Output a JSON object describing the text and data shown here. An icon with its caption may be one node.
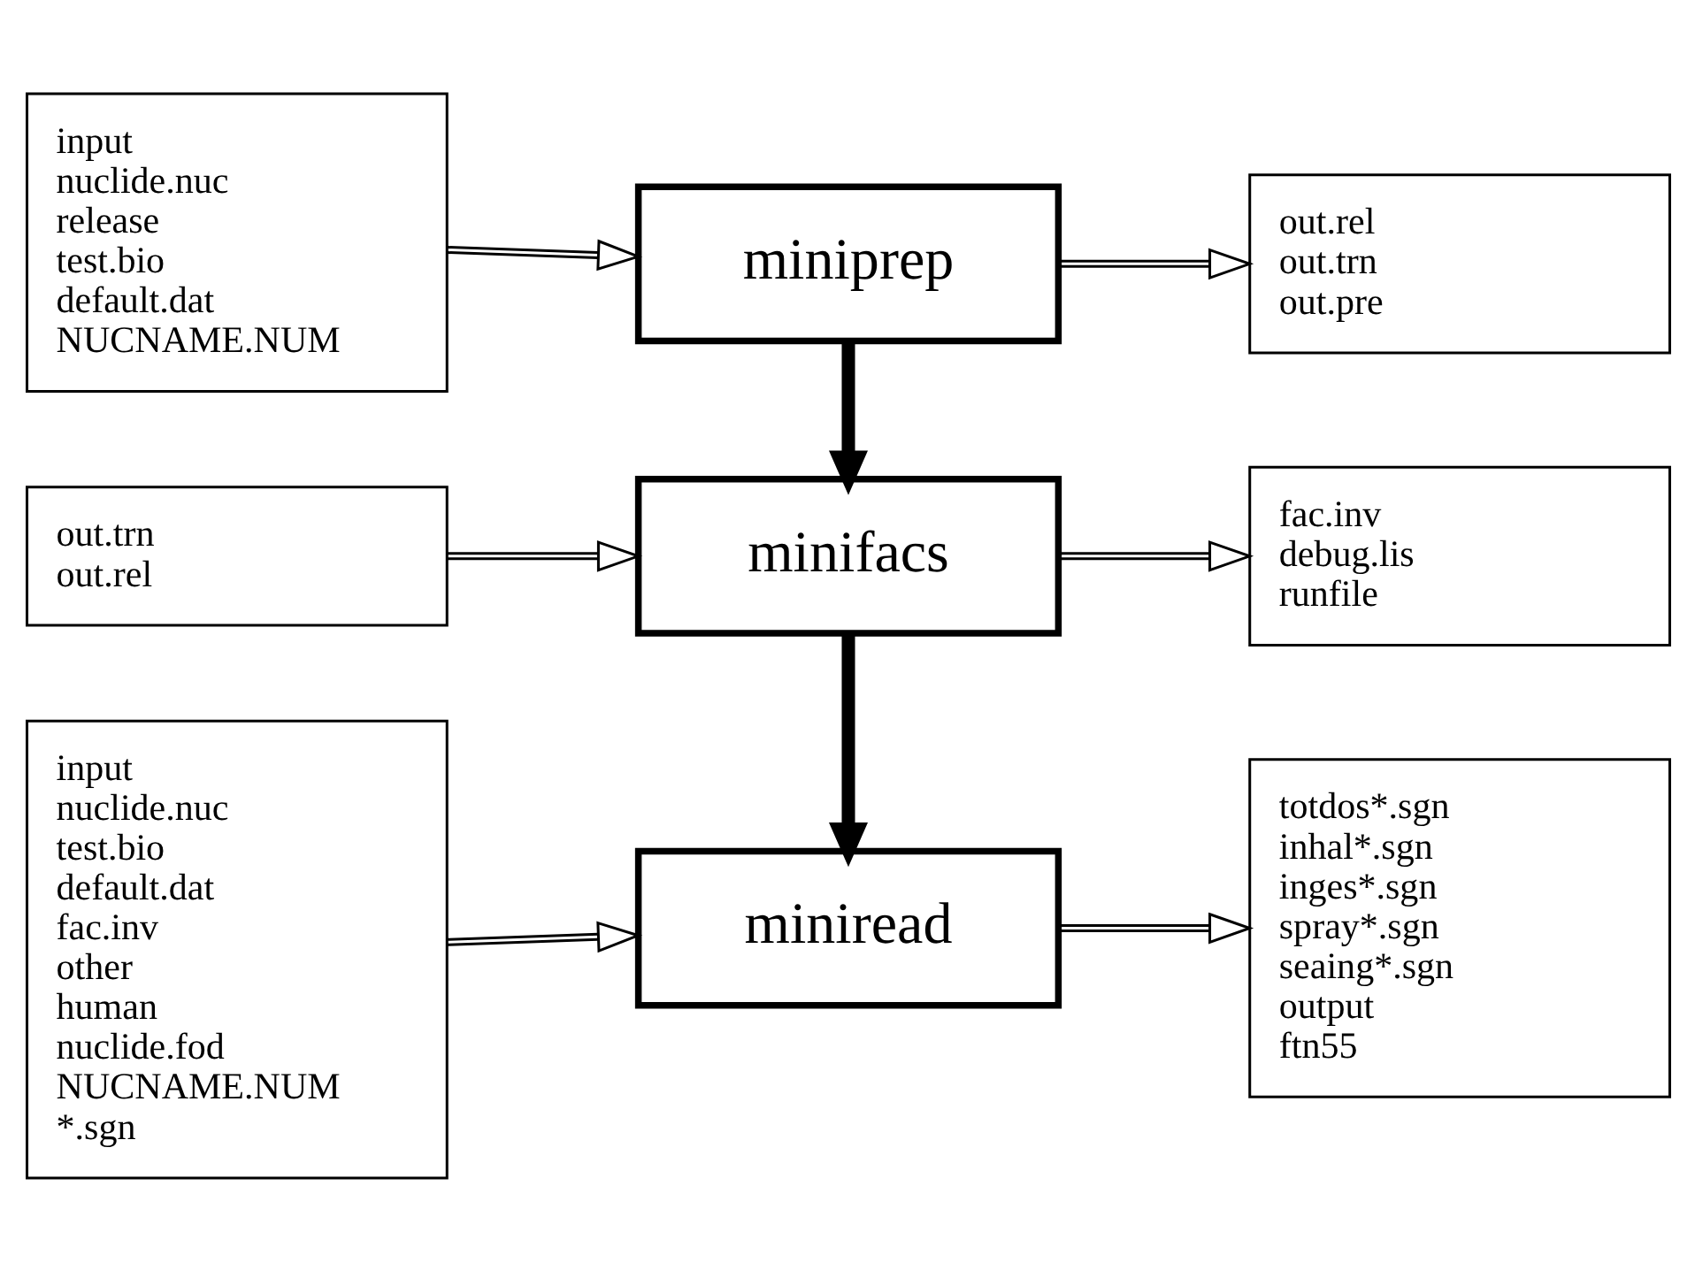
{
  "diagram": {
    "nodes": [
      {
        "text": [
          "input",
          "nuclide.nuc",
          "release",
          "test.bio",
          "default.dat",
          "NUCNAME.NUM"
        ]
      },
      {
        "text": [
          "miniprep"
        ]
      },
      {
        "text": [
          "out.rel",
          "out.trn",
          "out.pre"
        ]
      },
      {
        "text": [
          "out.trn",
          "out.rel"
        ]
      },
      {
        "text": [
          "minifacs"
        ]
      },
      {
        "text": [
          "fac.inv",
          "debug.lis",
          "runfile"
        ]
      },
      {
        "text": [
          "input",
          "nuclide.nuc",
          "test.bio",
          "default.dat",
          "fac.inv",
          "other",
          "human",
          "nuclide.fod",
          "NUCNAME.NUM",
          "*.sgn"
        ]
      },
      {
        "text": [
          "miniread"
        ]
      },
      {
        "text": [
          "totdos*.sgn",
          "inhal*.sgn",
          "inges*.sgn",
          "spray*.sgn",
          "seaing*.sgn",
          "output",
          "ftn55"
        ]
      }
    ],
    "edges": [
      {
        "from": 0,
        "to": 1,
        "arrow": "to"
      },
      {
        "from": 1,
        "to": 2,
        "arrow": "to"
      },
      {
        "from": 1,
        "to": 4,
        "arrow": "to",
        "style": "thick"
      },
      {
        "from": 3,
        "to": 4,
        "arrow": "to"
      },
      {
        "from": 4,
        "to": 5,
        "arrow": "to"
      },
      {
        "from": 4,
        "to": 7,
        "arrow": "to",
        "style": "thick"
      },
      {
        "from": 6,
        "to": 7,
        "arrow": "to"
      },
      {
        "from": 7,
        "to": 8,
        "arrow": "to"
      }
    ]
  }
}
